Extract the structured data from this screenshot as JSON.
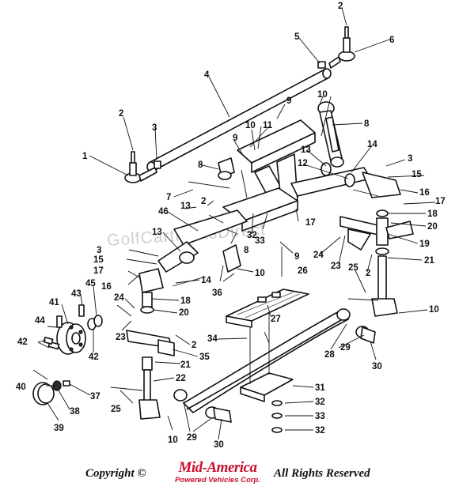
{
  "watermark": "GolfCartPartsDirect",
  "footer": {
    "copyright_label": "Copyright ©",
    "brand_name": "Mid-America",
    "brand_subtitle": "Powered Vehicles Corp.",
    "rights_label": "All Rights Reserved",
    "brand_color": "#c8102e"
  },
  "callouts": [
    {
      "id": "c1",
      "text": "1"
    },
    {
      "id": "c2a",
      "text": "2"
    },
    {
      "id": "c2b",
      "text": "2"
    },
    {
      "id": "c2c",
      "text": "2"
    },
    {
      "id": "c2d",
      "text": "2"
    },
    {
      "id": "c2e",
      "text": "2"
    },
    {
      "id": "c3a",
      "text": "3"
    },
    {
      "id": "c3b",
      "text": "3"
    },
    {
      "id": "c3c",
      "text": "3"
    },
    {
      "id": "c4",
      "text": "4"
    },
    {
      "id": "c5",
      "text": "5"
    },
    {
      "id": "c6",
      "text": "6"
    },
    {
      "id": "c7",
      "text": "7"
    },
    {
      "id": "c8a",
      "text": "8"
    },
    {
      "id": "c8b",
      "text": "8"
    },
    {
      "id": "c8c",
      "text": "8"
    },
    {
      "id": "c9a",
      "text": "9"
    },
    {
      "id": "c9b",
      "text": "9"
    },
    {
      "id": "c9c",
      "text": "9"
    },
    {
      "id": "c10a",
      "text": "10"
    },
    {
      "id": "c10b",
      "text": "10"
    },
    {
      "id": "c10c",
      "text": "10"
    },
    {
      "id": "c10d",
      "text": "10"
    },
    {
      "id": "c10e",
      "text": "10"
    },
    {
      "id": "c11",
      "text": "11"
    },
    {
      "id": "c12",
      "text": "12"
    },
    {
      "id": "c13a",
      "text": "13"
    },
    {
      "id": "c13b",
      "text": "13"
    },
    {
      "id": "c13c",
      "text": "13"
    },
    {
      "id": "c14a",
      "text": "14"
    },
    {
      "id": "c14b",
      "text": "14"
    },
    {
      "id": "c15a",
      "text": "15"
    },
    {
      "id": "c15b",
      "text": "15"
    },
    {
      "id": "c16a",
      "text": "16"
    },
    {
      "id": "c16b",
      "text": "16"
    },
    {
      "id": "c17a",
      "text": "17"
    },
    {
      "id": "c17b",
      "text": "17"
    },
    {
      "id": "c17c",
      "text": "17"
    },
    {
      "id": "c18a",
      "text": "18"
    },
    {
      "id": "c18b",
      "text": "18"
    },
    {
      "id": "c19",
      "text": "19"
    },
    {
      "id": "c20a",
      "text": "20"
    },
    {
      "id": "c20b",
      "text": "20"
    },
    {
      "id": "c21a",
      "text": "21"
    },
    {
      "id": "c21b",
      "text": "21"
    },
    {
      "id": "c22",
      "text": "22"
    },
    {
      "id": "c23a",
      "text": "23"
    },
    {
      "id": "c23b",
      "text": "23"
    },
    {
      "id": "c24a",
      "text": "24"
    },
    {
      "id": "c24b",
      "text": "24"
    },
    {
      "id": "c25a",
      "text": "25"
    },
    {
      "id": "c25b",
      "text": "25"
    },
    {
      "id": "c26",
      "text": "26"
    },
    {
      "id": "c27",
      "text": "27"
    },
    {
      "id": "c28",
      "text": "28"
    },
    {
      "id": "c29a",
      "text": "29"
    },
    {
      "id": "c29b",
      "text": "29"
    },
    {
      "id": "c30a",
      "text": "30"
    },
    {
      "id": "c30b",
      "text": "30"
    },
    {
      "id": "c31",
      "text": "31"
    },
    {
      "id": "c32a",
      "text": "32"
    },
    {
      "id": "c32b",
      "text": "32"
    },
    {
      "id": "c32c",
      "text": "32"
    },
    {
      "id": "c33a",
      "text": "33"
    },
    {
      "id": "c33b",
      "text": "33"
    },
    {
      "id": "c34",
      "text": "34"
    },
    {
      "id": "c35",
      "text": "35"
    },
    {
      "id": "c36",
      "text": "36"
    },
    {
      "id": "c37",
      "text": "37"
    },
    {
      "id": "c38",
      "text": "38"
    },
    {
      "id": "c39",
      "text": "39"
    },
    {
      "id": "c40",
      "text": "40"
    },
    {
      "id": "c41",
      "text": "41"
    },
    {
      "id": "c42a",
      "text": "42"
    },
    {
      "id": "c42b",
      "text": "42"
    },
    {
      "id": "c43",
      "text": "43"
    },
    {
      "id": "c44",
      "text": "44"
    },
    {
      "id": "c45",
      "text": "45"
    },
    {
      "id": "c46",
      "text": "46"
    }
  ]
}
